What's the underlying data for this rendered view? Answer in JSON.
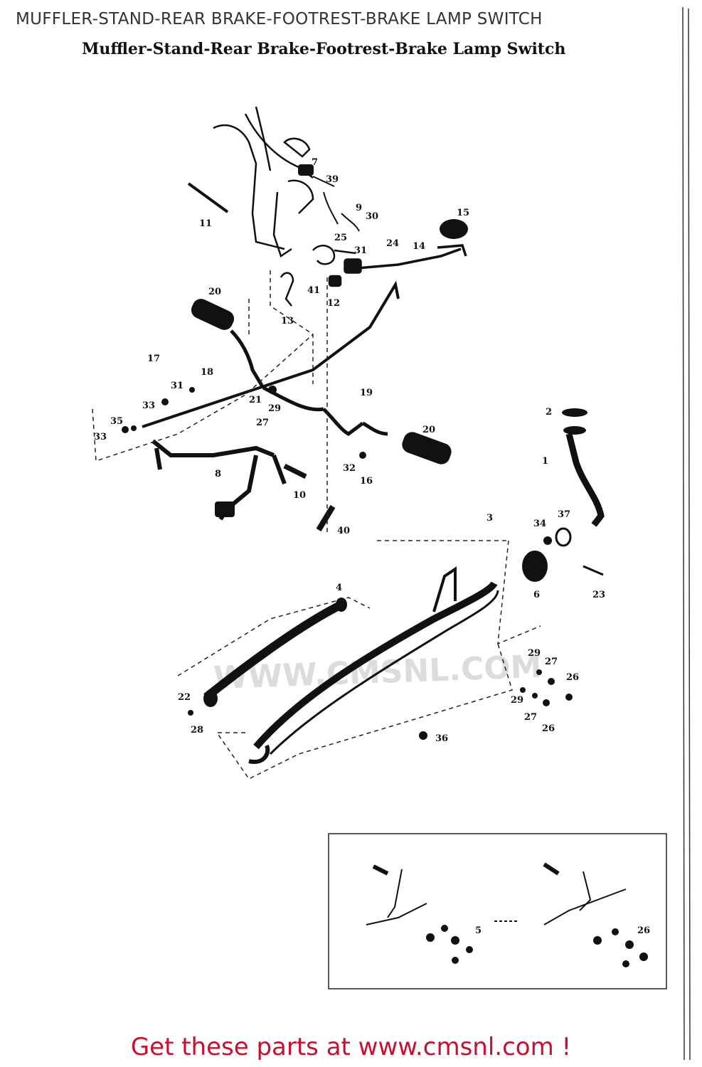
{
  "header": {
    "caption": "MUFFLER-STAND-REAR BRAKE-FOOTREST-BRAKE LAMP SWITCH",
    "scan_title": "Muffler-Stand-Rear Brake-Footrest-Brake Lamp Switch"
  },
  "watermark": {
    "text": "WWW.CMSNL.COM"
  },
  "callouts": {
    "c1": "1",
    "c2": "2",
    "c3": "3",
    "c4": "4",
    "c5": "5",
    "c6": "6",
    "c7": "7",
    "c8": "8",
    "c9": "9",
    "c10": "10",
    "c11": "11",
    "c12": "12",
    "c13": "13",
    "c14": "14",
    "c15": "15",
    "c16": "16",
    "c17": "17",
    "c18": "18",
    "c19": "19",
    "c20": "20",
    "c21": "21",
    "c22": "22",
    "c23": "23",
    "c24": "24",
    "c25": "25",
    "c26": "26",
    "c27": "27",
    "c28": "28",
    "c29": "29",
    "c30": "30",
    "c31": "31",
    "c32": "32",
    "c33": "33",
    "c34": "34",
    "c35": "35",
    "c36": "36",
    "c37": "37",
    "c39": "39",
    "c40": "40",
    "c41": "41"
  },
  "footer": {
    "link_text": "Get these parts at www.cmsnl.com !"
  }
}
